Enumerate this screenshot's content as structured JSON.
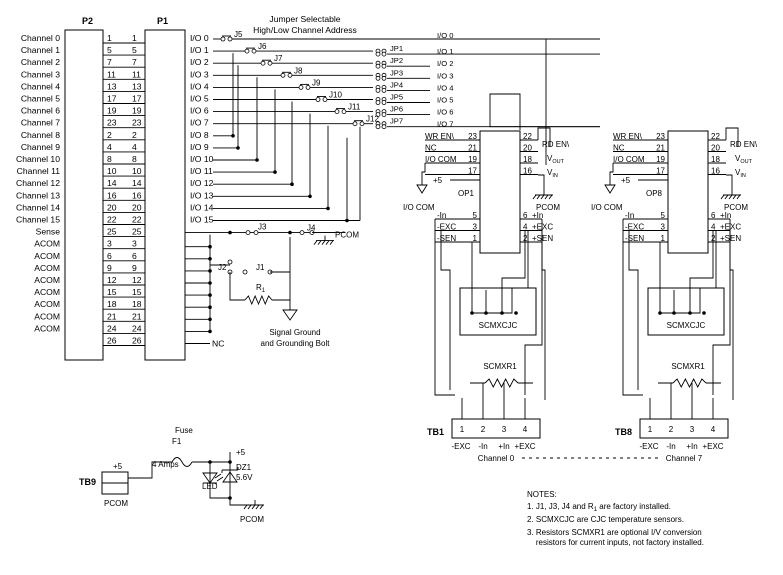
{
  "connectors": {
    "p2": "P2",
    "p1": "P1"
  },
  "channels": [
    "Channel 0",
    "Channel 1",
    "Channel 2",
    "Channel 3",
    "Channel 4",
    "Channel 5",
    "Channel 6",
    "Channel 7",
    "Channel 8",
    "Channel 9",
    "Channel 10",
    "Channel 11",
    "Channel 12",
    "Channel 13",
    "Channel 14",
    "Channel 15",
    "Sense",
    "ACOM",
    "ACOM",
    "ACOM",
    "ACOM",
    "ACOM",
    "ACOM",
    "ACOM",
    "ACOM"
  ],
  "p2_pins": [
    "1",
    "5",
    "7",
    "11",
    "13",
    "17",
    "19",
    "23",
    "2",
    "4",
    "8",
    "10",
    "14",
    "16",
    "20",
    "22",
    "25",
    "3",
    "6",
    "9",
    "12",
    "15",
    "18",
    "21",
    "24",
    "26"
  ],
  "p1_pins": [
    "1",
    "5",
    "7",
    "11",
    "13",
    "17",
    "19",
    "23",
    "2",
    "4",
    "8",
    "10",
    "14",
    "16",
    "20",
    "22",
    "25",
    "3",
    "6",
    "9",
    "12",
    "15",
    "18",
    "21",
    "24",
    "26"
  ],
  "io_labels": [
    "I/O 0",
    "I/O 1",
    "I/O 2",
    "I/O 3",
    "I/O 4",
    "I/O 5",
    "I/O 6",
    "I/O 7",
    "I/O 8",
    "I/O 9",
    "I/O 10",
    "I/O 11",
    "I/O 12",
    "I/O 13",
    "I/O 14",
    "I/O 15"
  ],
  "nc_label": "NC",
  "jumper_title": [
    "Jumper Selectable",
    "High/Low Channel Address"
  ],
  "jumpers": [
    "J5",
    "J6",
    "J7",
    "J8",
    "J9",
    "J10",
    "J11",
    "J12"
  ],
  "jp": [
    "JP1",
    "JP2",
    "JP3",
    "JP4",
    "JP5",
    "JP6",
    "JP7"
  ],
  "right_io": [
    "I/O 0",
    "I/O 1",
    "I/O 2",
    "I/O 3",
    "I/O 4",
    "I/O 5",
    "I/O 6",
    "I/O 7"
  ],
  "ground": {
    "j3": "J3",
    "j4": "J4",
    "j2": "J2",
    "j1": "J1",
    "pcom": "PCOM",
    "r1": "R",
    "r1_sub": "1",
    "label": [
      "Signal Ground",
      "and Grounding Bolt"
    ]
  },
  "modules": [
    {
      "name": "OP1",
      "left_pins": [
        {
          "l": "WR EN\\",
          "n": "23"
        },
        {
          "l": "NC",
          "n": "21"
        },
        {
          "l": "I/O COM",
          "n": "19"
        },
        {
          "l": "",
          "n": "17"
        }
      ],
      "right_pins": [
        {
          "n": "22",
          "l": "RD EN\\"
        },
        {
          "n": "20",
          "l": "VOUT"
        },
        {
          "n": "18",
          "l": "VIN"
        },
        {
          "n": "16",
          "l": ""
        }
      ],
      "plus5": "+5",
      "iocom": "I/O COM",
      "pcom": "PCOM",
      "low_left": [
        {
          "l": "-In",
          "n": "5"
        },
        {
          "l": "-EXC",
          "n": "3"
        },
        {
          "l": "-SEN",
          "n": "1"
        }
      ],
      "low_right": [
        {
          "n": "6",
          "l": "+In"
        },
        {
          "n": "4",
          "l": "+EXC"
        },
        {
          "n": "2",
          "l": "+SEN"
        }
      ],
      "cjc": "SCMXCJC",
      "resistor": "SCMXR1",
      "tb": "TB1",
      "tb_pins": [
        "1",
        "2",
        "3",
        "4"
      ],
      "tb_labels": [
        "-EXC",
        "-In",
        "+In",
        "+EXC"
      ],
      "channel": "Channel 0"
    },
    {
      "name": "OP8",
      "left_pins": [
        {
          "l": "WR EN\\",
          "n": "23"
        },
        {
          "l": "NC",
          "n": "21"
        },
        {
          "l": "I/O COM",
          "n": "19"
        },
        {
          "l": "",
          "n": "17"
        }
      ],
      "right_pins": [
        {
          "n": "22",
          "l": "RD EN\\"
        },
        {
          "n": "20",
          "l": "VOUT"
        },
        {
          "n": "18",
          "l": "VIN"
        },
        {
          "n": "16",
          "l": ""
        }
      ],
      "plus5": "+5",
      "iocom": "I/O COM",
      "pcom": "PCOM",
      "low_left": [
        {
          "l": "-In",
          "n": "5"
        },
        {
          "l": "-EXC",
          "n": "3"
        },
        {
          "l": "-SEN",
          "n": "1"
        }
      ],
      "low_right": [
        {
          "n": "6",
          "l": "+In"
        },
        {
          "n": "4",
          "l": "+EXC"
        },
        {
          "n": "2",
          "l": "+SEN"
        }
      ],
      "cjc": "SCMXCJC",
      "resistor": "SCMXR1",
      "tb": "TB8",
      "tb_pins": [
        "1",
        "2",
        "3",
        "4"
      ],
      "tb_labels": [
        "-EXC",
        "-In",
        "+In",
        "+EXC"
      ],
      "channel": "Channel 7"
    }
  ],
  "vsub": {
    "out": "OUT",
    "in": "IN"
  },
  "power": {
    "tb9": "TB9",
    "plus5_left": "+5",
    "pcom": "PCOM",
    "fuse": "Fuse",
    "f1": "F1",
    "amps": "4 Amps",
    "plus5_right": "+5",
    "led": "LED",
    "dz1": "DZ1",
    "dz_v": "5.6V",
    "pcom2": "PCOM"
  },
  "notes": {
    "title": "NOTES:",
    "items": [
      [
        "1. J1, J3, J4 and R",
        {
          "sub": "1"
        },
        " are factory installed."
      ],
      [
        "2. SCMXCJC are CJC temperature sensors."
      ],
      [
        "3. Resistors SCMXR1 are optional I/V conversion"
      ],
      [
        "    resistors for current inputs, not factory installed."
      ]
    ]
  }
}
